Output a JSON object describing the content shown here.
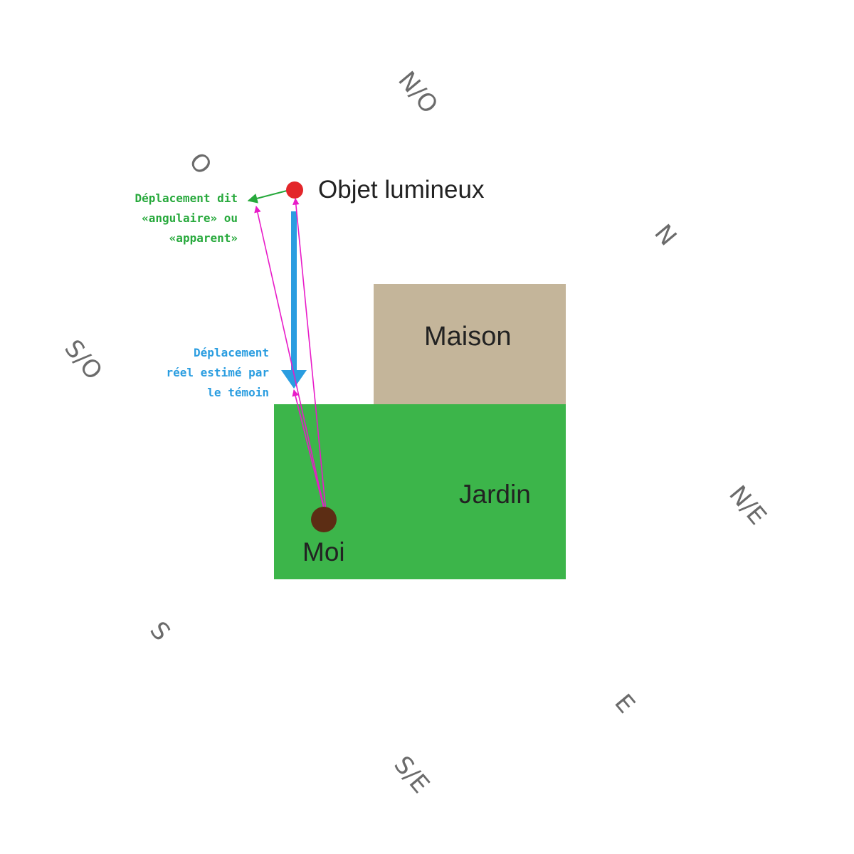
{
  "compass": {
    "north_west": "N/O",
    "west": "O",
    "north": "N",
    "south_west": "S/O",
    "north_east": "N/E",
    "south": "S",
    "east": "E",
    "south_east": "S/E"
  },
  "labels": {
    "light_object": "Objet lumineux",
    "house": "Maison",
    "garden": "Jardin",
    "me": "Moi"
  },
  "annotations": {
    "angular": {
      "line1": "Déplacement dit",
      "line2": "«angulaire» ou",
      "line3": "«apparent»"
    },
    "real": {
      "line1": "Déplacement",
      "line2": "réel estimé par",
      "line3": "le témoin"
    }
  },
  "colors": {
    "garden": "#3cb54a",
    "house": "#c4b59a",
    "light_object": "#e3262a",
    "observer": "#5c2d14",
    "real_arrow": "#2a9de0",
    "sight_lines": "#e81bc8",
    "angular_note": "#27a93c",
    "real_note": "#2a9de0",
    "compass_text": "#6b6b6b"
  }
}
